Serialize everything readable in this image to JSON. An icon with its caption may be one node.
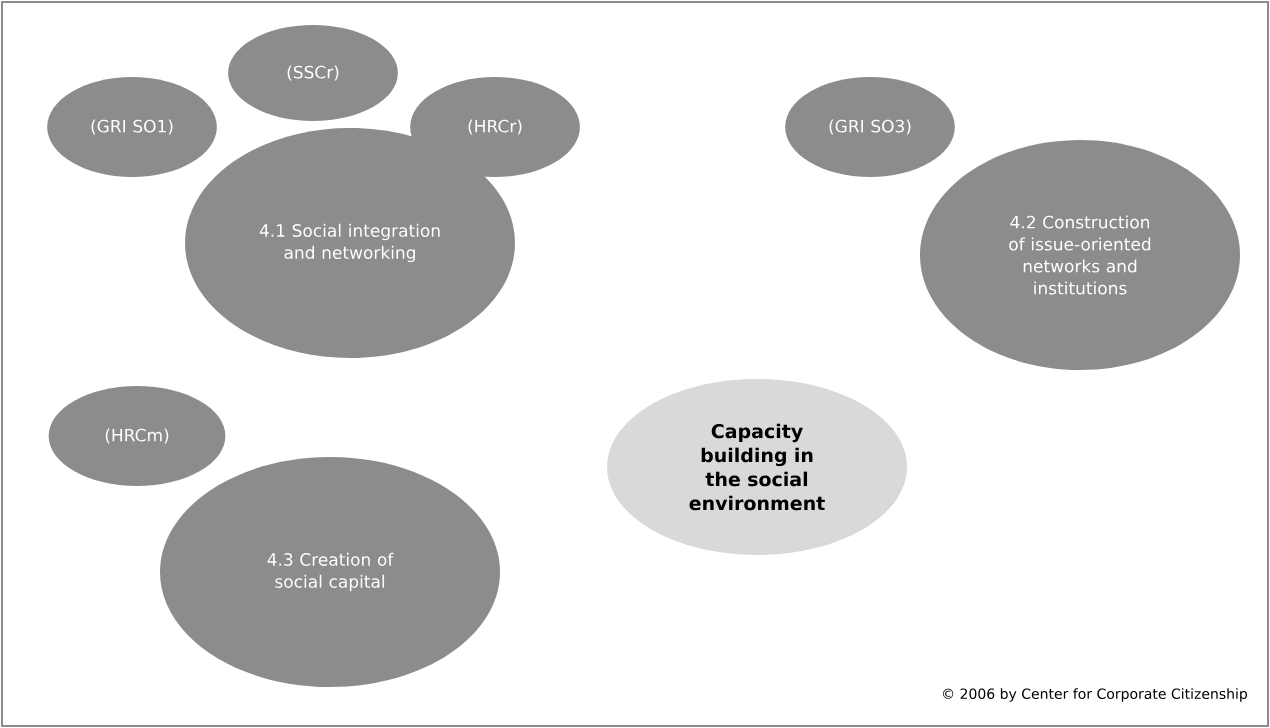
{
  "diagram": {
    "nodes": [
      {
        "text": [
          "(GRI SO1)"
        ]
      },
      {
        "text": [
          "(SSCr)"
        ]
      },
      {
        "text": [
          "(HRCr)"
        ]
      },
      {
        "text": [
          "(GRI SO3)"
        ]
      },
      {
        "text": [
          "4.1 Social integration and networking"
        ]
      },
      {
        "text": [
          "4.2 Construction of issue-oriented networks and institutions"
        ]
      },
      {
        "text": [
          "Capacity building in the social environment"
        ]
      },
      {
        "text": [
          "(HRCm)"
        ]
      },
      {
        "text": [
          "4.3 Creation of social capital"
        ]
      }
    ],
    "labels": [
      "© 2006 by Center for Corporate Citizenship"
    ]
  }
}
